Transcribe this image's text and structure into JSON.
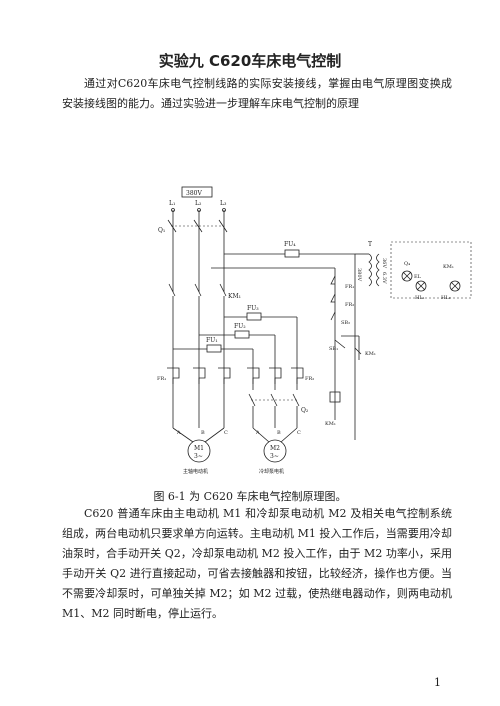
{
  "title": "实验九 C620车床电气控制",
  "intro": "通过对C620车床电气控制线路的实际安装接线，掌握由电气原理图变换成安装接线图的能力。通过实验进一步理解车床电气控制的原理",
  "diagram": {
    "voltage": "380V",
    "phases": [
      "L₁",
      "L₂",
      "L₃"
    ],
    "switch_q1": "Q₁",
    "fuse_labels": [
      "FU₄",
      "FU₃",
      "FU₂",
      "FU₁"
    ],
    "transformer": "T",
    "transformer_taps": [
      "380V",
      "36V",
      "6.3V"
    ],
    "lamp_labels": [
      "Q₄",
      "EL",
      "HL₁",
      "HL₂"
    ],
    "km_labels": [
      "KM₁",
      "KM₁",
      "KM₁",
      "KM₁"
    ],
    "control_labels": [
      "FR₁",
      "FR₂",
      "SB₂",
      "SB₁"
    ],
    "thermal_labels": [
      "FR₁",
      "FR₂"
    ],
    "switch_q2": "Q₂",
    "terminals_m1": [
      "A",
      "B",
      "C"
    ],
    "terminals_m2": [
      "A",
      "B",
      "C"
    ],
    "motor1": {
      "name": "M1",
      "type": "3~",
      "caption": "主轴电动机"
    },
    "motor2": {
      "name": "M2",
      "type": "3~",
      "caption": "冷却泵电机"
    }
  },
  "caption": "图 6-1 为 C620 车床电气控制原理图。",
  "body": "C620 普通车床由主电动机 M1 和冷却泵电动机 M2 及相关电气控制系统组成，两台电动机只要求单方向运转。主电动机 M1 投入工作后，当需要用冷却油泵时，合手动开关 Q2，冷却泵电动机 M2 投入工作，由于 M2 功率小，采用手动开关 Q2 进行直接起动，可省去接触器和按钮，比较经济，操作也方便。当不需要冷却泵时，可单独关掉 M2；如 M2 过载，使热继电器动作，则两电动机 M1、M2 同时断电，停止运行。",
  "page_number": "1"
}
